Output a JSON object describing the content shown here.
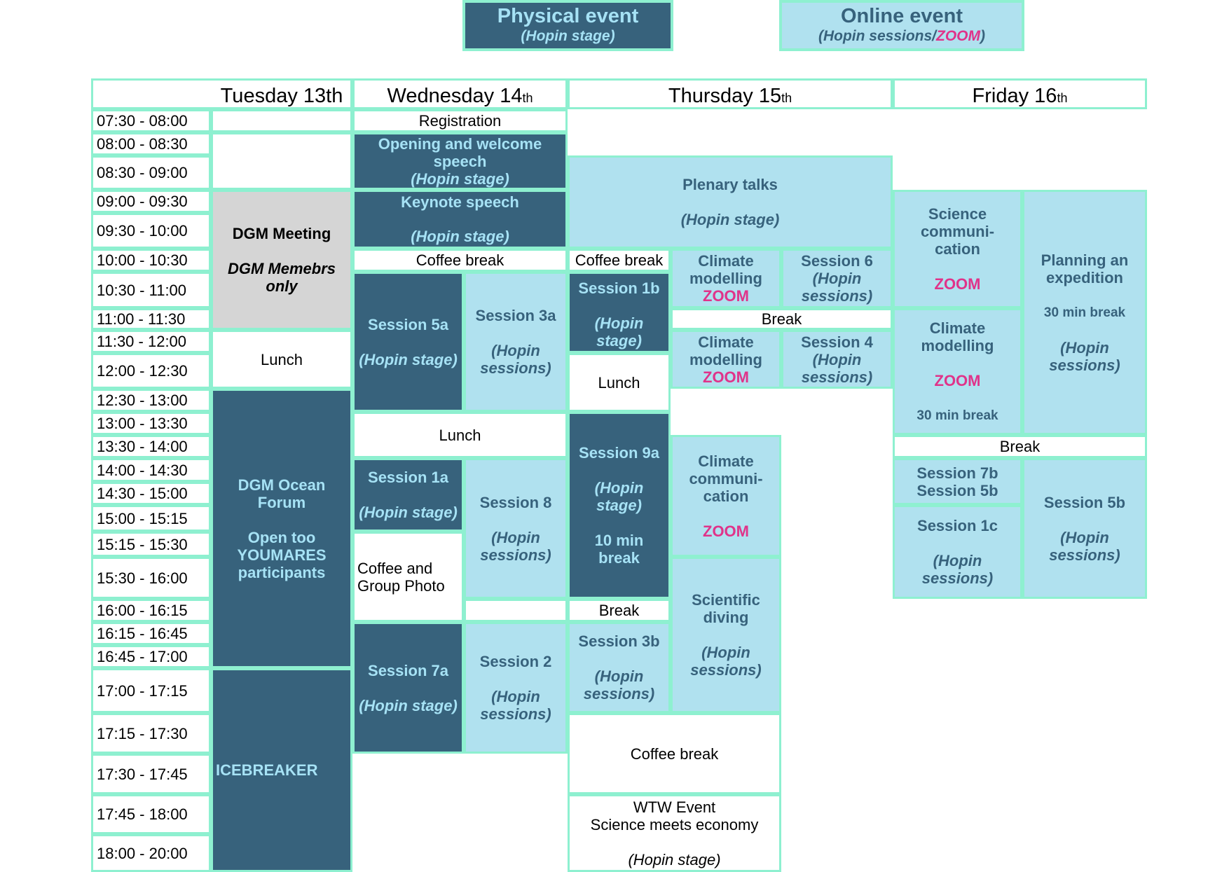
{
  "legend": {
    "physical": {
      "title": "Physical event",
      "subtitle": "(Hopin stage)"
    },
    "online": {
      "title": "Online event",
      "subtitle_prefix": "(Hopin sessions/",
      "subtitle_zoom": "ZOOM",
      "subtitle_suffix": ")"
    }
  },
  "colors": {
    "physical": "#37627c",
    "online": "#b0e1ef",
    "border": "#8ef0d0",
    "zoom": "#e0338a",
    "restricted": "#d5d5d5"
  },
  "days": [
    {
      "name": "Tuesday 13th"
    },
    {
      "name": "Wednesday 14",
      "sup": "th"
    },
    {
      "name": "Thursday 15",
      "sup": "th"
    },
    {
      "name": "Friday 16",
      "sup": "th"
    }
  ],
  "times": [
    "07:30 - 08:00",
    "08:00 - 08:30",
    "08:30 - 09:00",
    "09:00 - 09:30",
    "09:30 - 10:00",
    "10:00 - 10:30",
    "10:30 - 11:00",
    "11:00 - 11:30",
    "11:30 - 12:00",
    "12:00 - 12:30",
    "12:30 - 13:00",
    "13:00 - 13:30",
    "13:30 - 14:00",
    "14:00 - 14:30",
    "14:30 - 15:00",
    "15:00 - 15:15",
    "15:15 - 15:30",
    "15:30 - 16:00",
    "16:00 - 16:15",
    "16:15 - 16:45",
    "16:45 - 17:00",
    "17:00 - 17:15",
    "17:15 - 17:30",
    "17:30 - 17:45",
    "17:45 - 18:00",
    "18:00 - 20:00"
  ],
  "events": [
    {
      "name": "tue-empty-0730",
      "kind": "wht",
      "lines": []
    },
    {
      "name": "tue-empty-0800",
      "kind": "wht",
      "lines": []
    },
    {
      "name": "dgm-meeting",
      "kind": "gray",
      "lines": [
        {
          "t": "DGM Meeting"
        },
        {
          "gap": true
        },
        {
          "t": "DGM Memebrs",
          "i": true
        },
        {
          "t": "only",
          "i": true
        }
      ]
    },
    {
      "name": "tue-lunch",
      "kind": "wht",
      "lines": [
        {
          "t": "Lunch"
        }
      ]
    },
    {
      "name": "dgm-ocean-forum",
      "kind": "phys",
      "lines": [
        {
          "t": "DGM Ocean"
        },
        {
          "t": "Forum"
        },
        {
          "gap": true
        },
        {
          "t": "Open too"
        },
        {
          "t": "YOUMARES"
        },
        {
          "t": "participants"
        }
      ]
    },
    {
      "name": "icebreaker",
      "kind": "phys",
      "align": "left",
      "lines": [
        {
          "t": "ICEBREAKER"
        }
      ]
    },
    {
      "name": "registration",
      "kind": "wht",
      "lines": [
        {
          "t": "Registration"
        }
      ]
    },
    {
      "name": "opening-welcome",
      "kind": "phys",
      "lines": [
        {
          "t": "Opening and welcome"
        },
        {
          "t": "speech"
        },
        {
          "t": "(Hopin stage)",
          "i": true
        }
      ]
    },
    {
      "name": "keynote",
      "kind": "phys",
      "lines": [
        {
          "t": "Keynote speech"
        },
        {
          "gap": true
        },
        {
          "t": "(Hopin stage)",
          "i": true
        }
      ]
    },
    {
      "name": "wed-coffee-1",
      "kind": "wht",
      "lines": [
        {
          "t": "Coffee break"
        }
      ]
    },
    {
      "name": "session-5a",
      "kind": "phys",
      "lines": [
        {
          "t": "Session 5a"
        },
        {
          "gap": true
        },
        {
          "t": "(Hopin stage)",
          "i": true
        }
      ]
    },
    {
      "name": "session-3a",
      "kind": "onl",
      "lines": [
        {
          "t": "Session 3a"
        },
        {
          "gap": true
        },
        {
          "t": "(Hopin",
          "i": true
        },
        {
          "t": "sessions)",
          "i": true
        }
      ]
    },
    {
      "name": "wed-lunch",
      "kind": "wht",
      "lines": [
        {
          "t": "Lunch"
        }
      ]
    },
    {
      "name": "session-1a",
      "kind": "phys",
      "lines": [
        {
          "t": "Session 1a"
        },
        {
          "gap": true
        },
        {
          "t": "(Hopin stage)",
          "i": true
        }
      ]
    },
    {
      "name": "session-8",
      "kind": "onl",
      "lines": [
        {
          "t": "Session 8"
        },
        {
          "gap": true
        },
        {
          "t": "(Hopin",
          "i": true
        },
        {
          "t": "sessions)",
          "i": true
        }
      ]
    },
    {
      "name": "coffee-group-photo",
      "kind": "wht",
      "align": "left",
      "lines": [
        {
          "t": "Coffee and"
        },
        {
          "t": "Group Photo"
        }
      ]
    },
    {
      "name": "wed-empty-1600",
      "kind": "wht",
      "lines": []
    },
    {
      "name": "session-7a",
      "kind": "phys",
      "lines": [
        {
          "t": "Session 7a"
        },
        {
          "gap": true
        },
        {
          "t": "(Hopin stage)",
          "i": true
        }
      ]
    },
    {
      "name": "session-2",
      "kind": "onl",
      "lines": [
        {
          "t": "Session 2"
        },
        {
          "gap": true
        },
        {
          "t": "(Hopin",
          "i": true
        },
        {
          "t": "sessions)",
          "i": true
        }
      ]
    },
    {
      "name": "plenary-talks",
      "kind": "onl",
      "lines": [
        {
          "t": "Plenary talks"
        },
        {
          "gap": true
        },
        {
          "t": "(Hopin stage)",
          "i": true
        }
      ]
    },
    {
      "name": "thu-coffee-1",
      "kind": "wht",
      "lines": [
        {
          "t": "Coffee break"
        }
      ]
    },
    {
      "name": "session-1b",
      "kind": "phys",
      "align": "top",
      "lines": [
        {
          "t": "Session 1b"
        },
        {
          "gap": true
        },
        {
          "t": "(Hopin",
          "i": true
        },
        {
          "t": "stage)",
          "i": true
        }
      ]
    },
    {
      "name": "climate-modelling-1",
      "kind": "onl",
      "lines": [
        {
          "t": "Climate"
        },
        {
          "t": "modelling"
        },
        {
          "t": "ZOOM",
          "z": true
        }
      ]
    },
    {
      "name": "session-6",
      "kind": "onl",
      "lines": [
        {
          "t": "Session 6"
        },
        {
          "t": "(Hopin",
          "i": true
        },
        {
          "t": "sessions)",
          "i": true
        }
      ]
    },
    {
      "name": "thu-break-1",
      "kind": "wht",
      "lines": [
        {
          "t": "Break"
        }
      ]
    },
    {
      "name": "climate-modelling-2",
      "kind": "onl",
      "lines": [
        {
          "t": "Climate"
        },
        {
          "t": "modelling"
        },
        {
          "t": "ZOOM",
          "z": true
        }
      ]
    },
    {
      "name": "session-4",
      "kind": "onl",
      "lines": [
        {
          "t": "Session 4"
        },
        {
          "t": "(Hopin",
          "i": true
        },
        {
          "t": "sessions)",
          "i": true
        }
      ]
    },
    {
      "name": "thu-lunch",
      "kind": "wht",
      "lines": [
        {
          "t": "Lunch"
        }
      ]
    },
    {
      "name": "session-9a",
      "kind": "phys",
      "lines": [
        {
          "t": "Session 9a"
        },
        {
          "gap": true
        },
        {
          "t": "(Hopin",
          "i": true
        },
        {
          "t": "stage)",
          "i": true
        },
        {
          "gap": true
        },
        {
          "t": "10 min"
        },
        {
          "t": "break"
        }
      ]
    },
    {
      "name": "climate-communication",
      "kind": "onl",
      "lines": [
        {
          "t": "Climate"
        },
        {
          "t": "communi-"
        },
        {
          "t": "cation"
        },
        {
          "gap": true
        },
        {
          "t": "ZOOM",
          "z": true
        }
      ]
    },
    {
      "name": "thu-break-2",
      "kind": "wht",
      "lines": [
        {
          "t": "Break"
        }
      ]
    },
    {
      "name": "session-3b",
      "kind": "onl",
      "lines": [
        {
          "t": "Session 3b"
        },
        {
          "gap": true
        },
        {
          "t": "(Hopin",
          "i": true
        },
        {
          "t": "sessions)",
          "i": true
        }
      ]
    },
    {
      "name": "scientific-diving",
      "kind": "onl",
      "lines": [
        {
          "t": "Scientific"
        },
        {
          "t": "diving"
        },
        {
          "gap": true
        },
        {
          "t": "(Hopin",
          "i": true
        },
        {
          "t": "sessions)",
          "i": true
        }
      ]
    },
    {
      "name": "thu-coffee-2",
      "kind": "wht",
      "lines": [
        {
          "t": "Coffee break"
        }
      ]
    },
    {
      "name": "wtw-event",
      "kind": "wht",
      "lines": [
        {
          "t": "WTW Event"
        },
        {
          "t": "Science meets economy"
        },
        {
          "gap": true
        },
        {
          "t": "(Hopin stage)",
          "i": true
        }
      ]
    },
    {
      "name": "science-communication",
      "kind": "onl",
      "lines": [
        {
          "t": "Science"
        },
        {
          "t": "communi-"
        },
        {
          "t": "cation"
        },
        {
          "gap": true
        },
        {
          "t": "ZOOM",
          "z": true
        }
      ]
    },
    {
      "name": "planning-expedition",
      "kind": "onl",
      "lines": [
        {
          "t": "Planning an"
        },
        {
          "t": "expedition"
        },
        {
          "gap": true
        },
        {
          "t": "30 min break",
          "s": true
        },
        {
          "gap": true
        },
        {
          "t": "(Hopin",
          "i": true
        },
        {
          "t": "sessions)",
          "i": true
        }
      ]
    },
    {
      "name": "climate-modelling-3",
      "kind": "onl",
      "lines": [
        {
          "t": "Climate"
        },
        {
          "t": "modelling"
        },
        {
          "gap": true
        },
        {
          "t": "ZOOM",
          "z": true
        },
        {
          "gap": true
        },
        {
          "t": "30 min break",
          "s": true
        }
      ]
    },
    {
      "name": "fri-break",
      "kind": "wht",
      "lines": [
        {
          "t": "Break"
        }
      ]
    },
    {
      "name": "session-7b-5b",
      "kind": "onl",
      "lines": [
        {
          "t": "Session 7b"
        },
        {
          "t": "Session 5b"
        }
      ]
    },
    {
      "name": "session-5b",
      "kind": "onl",
      "lines": [
        {
          "t": "Session 5b"
        },
        {
          "gap": true
        },
        {
          "t": "(Hopin",
          "i": true
        },
        {
          "t": "sessions)",
          "i": true
        }
      ]
    },
    {
      "name": "session-1c",
      "kind": "onl",
      "lines": [
        {
          "t": "Session 1c"
        },
        {
          "gap": true
        },
        {
          "t": "(Hopin",
          "i": true
        },
        {
          "t": "sessions)",
          "i": true
        }
      ]
    }
  ]
}
